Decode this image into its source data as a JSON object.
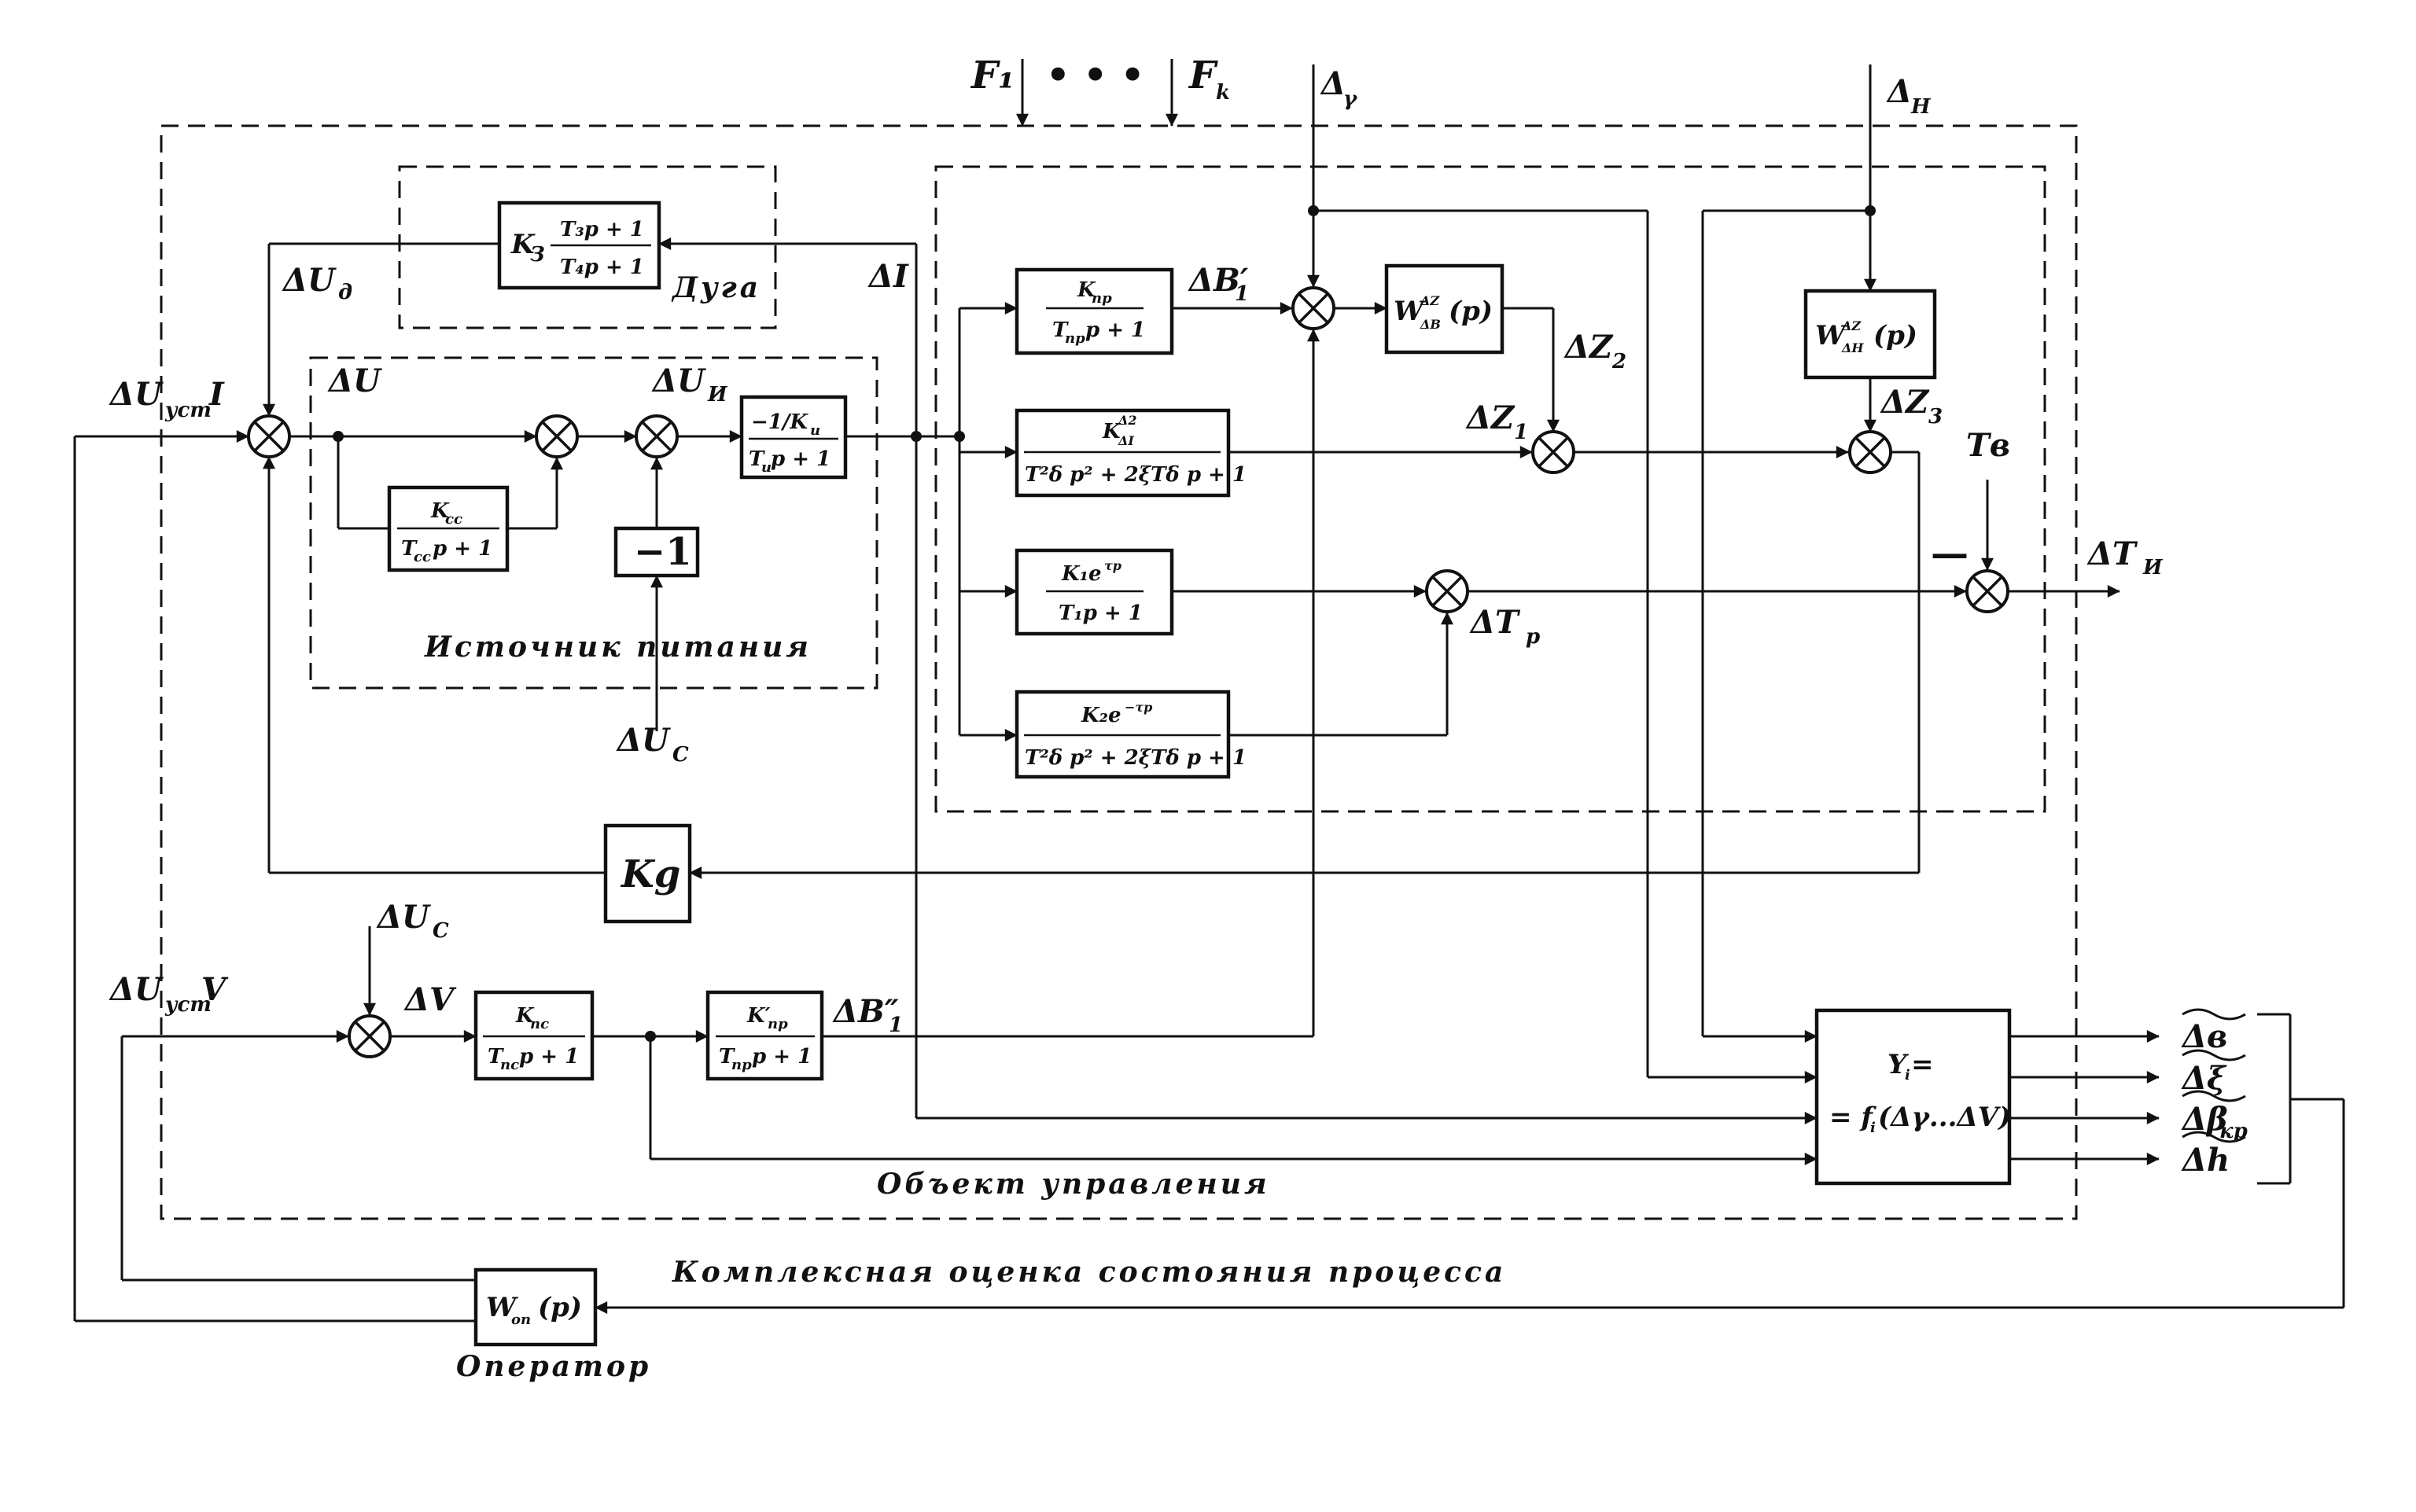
{
  "diagram": {
    "inputs": {
      "f1": "F₁",
      "dots": "• • •",
      "fk": "F",
      "fk_sub": "k",
      "dgamma": "Δ",
      "dgamma_sub": "γ",
      "dh": "Δ",
      "dh_sub": "H",
      "du_ust_i": "ΔU",
      "du_ust_i_sub": "уст",
      "du_ust_i_tail": "I",
      "du_ust_v": "ΔU",
      "du_ust_v_sub": "уст",
      "du_ust_v_tail": "V",
      "duc_bottom": "ΔU",
      "duc_bottom_sub": "C",
      "duc_top": "ΔU",
      "duc_top_sub": "C",
      "tv": "Тв"
    },
    "signals": {
      "du_d": "ΔU",
      "du_d_sub": "д",
      "di": "ΔI",
      "du": "ΔU",
      "du_i": "ΔU",
      "du_i_sub": "И",
      "db1p": "ΔB′",
      "db1p_sub": "1",
      "dz2": "ΔZ",
      "dz2_sub": "2",
      "dz1": "ΔZ",
      "dz1_sub": "1",
      "dz3": "ΔZ",
      "dz3_sub": "3",
      "dtr": "ΔT",
      "dtr_sub": "р",
      "dti": "ΔT",
      "dti_sub": "И",
      "minus": "—",
      "dv": "ΔV",
      "db1pp": "ΔB″",
      "db1pp_sub": "1"
    },
    "blocks": {
      "arc": {
        "gain": "K",
        "gain_sub": "З",
        "num": "T₃p + 1",
        "den": "T₄p + 1"
      },
      "neg_ki": {
        "num": "−1/K",
        "num_sub": "и",
        "den": "T",
        "den_sub": "и",
        "den_tail": "p + 1"
      },
      "kcc": {
        "num": "K",
        "num_sub": "сс",
        "den": "T",
        "den_sub": "сс",
        "den_tail": "p + 1"
      },
      "minus_one": "−1",
      "kpr": {
        "num": "K",
        "num_sub": "пр",
        "den": "T",
        "den_sub": "пр",
        "den_tail": "p + 1"
      },
      "kdi": {
        "num": "K",
        "num_sub": "ΔI",
        "num_sup": "Δ2",
        "den": "T²δ p² + 2ξTδ p + 1"
      },
      "k1": {
        "num": "K₁e",
        "num_sup": "τp",
        "den": "T₁p + 1"
      },
      "k2": {
        "num": "K₂e",
        "num_sup": "−τp",
        "den": "T²δ p² + 2ξTδ p + 1"
      },
      "wdb": {
        "w": "W",
        "w_sup": "ΔZ",
        "w_sub": "ΔB",
        "arg": "(p)"
      },
      "wdh": {
        "w": "W",
        "w_sup": "ΔZ",
        "w_sub": "ΔH",
        "arg": "(p)"
      },
      "kg": "Kg",
      "kps": {
        "num": "K",
        "num_sub": "пс",
        "den": "T",
        "den_sub": "пс",
        "den_tail": "p + 1"
      },
      "kpr2": {
        "num": "K′",
        "num_sub": "пр",
        "den": "T",
        "den_sub": "пр",
        "den_tail": "p + 1"
      },
      "yi": {
        "line1": "Y",
        "line1_sub": "i",
        "line1_tail": " =",
        "line2": "= f",
        "line2_sub": "i",
        "line2_tail": "(Δγ...ΔV)"
      },
      "wop": {
        "w": "W",
        "w_sub": "оп",
        "arg": "(p)"
      }
    },
    "outputs": {
      "db": "Δв",
      "dxi": "Δξ",
      "dbkr": "Δβ",
      "dbkr_sub": "кр",
      "dh": "Δh"
    },
    "captions": {
      "arc": "Дуга",
      "source": "Источник питания",
      "object": "Объект управления",
      "assessment": "Комплексная оценка состояния процесса",
      "operator": "Оператор"
    }
  }
}
